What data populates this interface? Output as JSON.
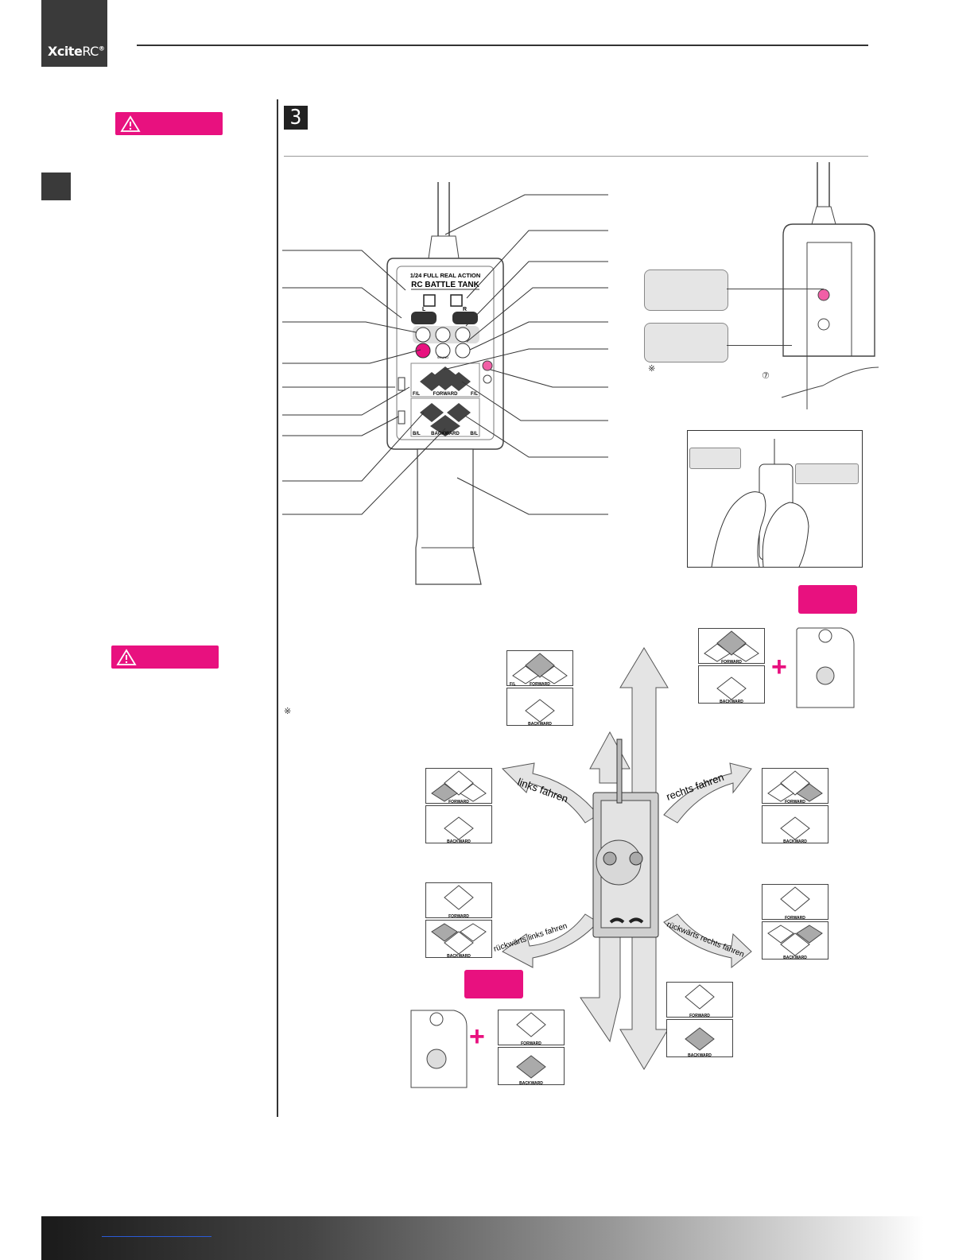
{
  "brand": {
    "name_bold": "Xcite",
    "name_light": "RC",
    "registered": "®"
  },
  "step": {
    "number": "3"
  },
  "remote": {
    "line1": "1/24 FULL REAL ACTION",
    "line2": "RC BATTLE TANK",
    "left_label": "L",
    "right_label": "R",
    "forward_label": "FORWARD",
    "backward_label": "BACKWARD",
    "fl_label": "F/L",
    "bl_label": "B/L",
    "sound_label": "SOUND"
  },
  "directions": {
    "links": "links fahren",
    "rechts": "rechts fahren",
    "rueck_links": "rückwärts links fahren",
    "rueck_rechts": "rückwärts rechts fahren"
  },
  "notes": {
    "mark": "※",
    "circled": "⑦"
  },
  "plus": "+",
  "colors": {
    "accent": "#e8117f",
    "dark": "#3a3a3a",
    "panel_grey": "#e5e5e5"
  }
}
